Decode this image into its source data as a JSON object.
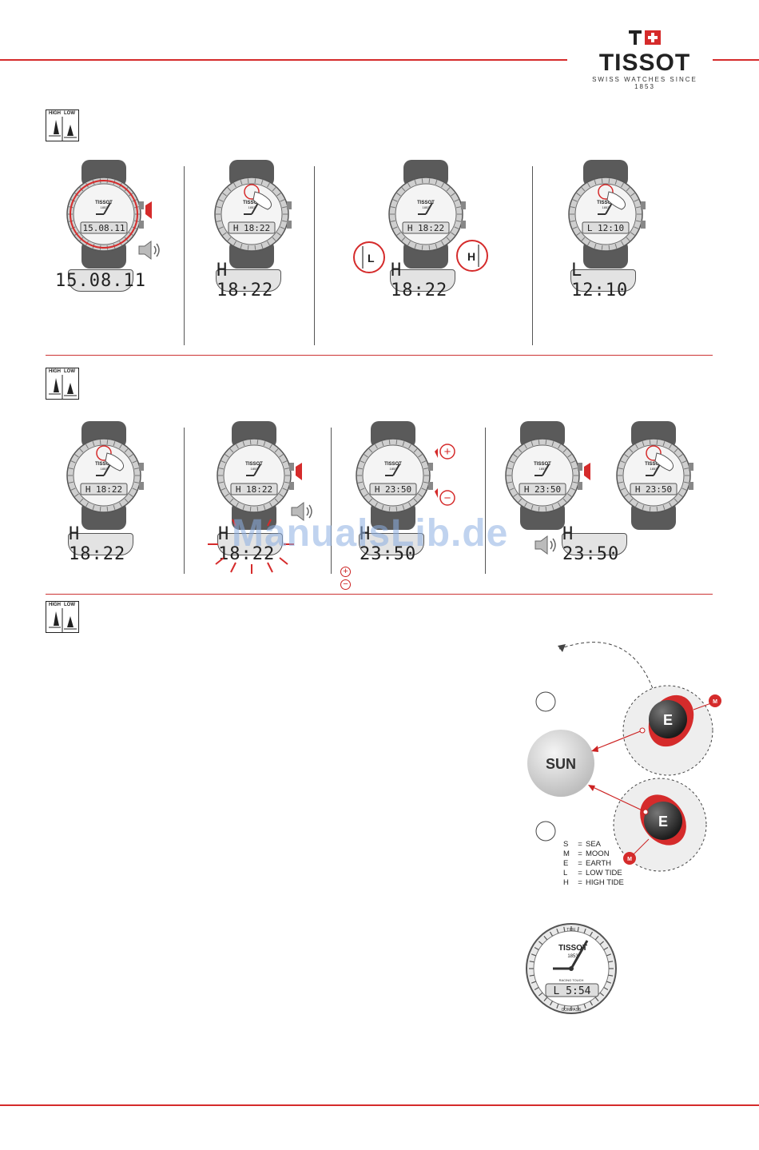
{
  "brand": {
    "name": "TISSOT",
    "tagline": "SWISS WATCHES SINCE 1853",
    "accent_color": "#d52b2b"
  },
  "mode_icon": {
    "high_label": "HIGH",
    "low_label": "LOW"
  },
  "section1": {
    "lcd_texts": [
      "15.08.11",
      "H  18:22",
      "H  18:22",
      "L  12:10"
    ],
    "dial_texts": [
      "15.08.11",
      "H 18:22",
      "H 18:22",
      "L 12:10"
    ],
    "dial_brand": "TISSOT",
    "dial_year": "1853",
    "dial_model": "RACING TOUCH",
    "zoom_left": "L",
    "zoom_right": "H"
  },
  "section2": {
    "lcd_texts": [
      "H  18:22",
      "H  18:22",
      "H  23:50",
      "H  23:50"
    ],
    "dial_texts": [
      "H 18:22",
      "H 18:22",
      "H 23:50",
      "H 23:50",
      "H 23:50"
    ],
    "plus": "+",
    "minus": "−"
  },
  "section3": {
    "sun_label": "SUN",
    "earth_label": "E",
    "moon_label": "M",
    "legend": [
      {
        "key": "S",
        "value": "SEA"
      },
      {
        "key": "M",
        "value": "MOON"
      },
      {
        "key": "E",
        "value": "EARTH"
      },
      {
        "key": "L",
        "value": "LOW TIDE"
      },
      {
        "key": "H",
        "value": "HIGH TIDE"
      }
    ],
    "dial_brand": "TISSOT",
    "dial_year": "1853",
    "dial_model": "RACING TOUCH",
    "dial_top": "TIDE",
    "dial_bottom": "COMPASS",
    "dial_text": "L  5:54"
  },
  "watermark": "ManualsLib.de"
}
